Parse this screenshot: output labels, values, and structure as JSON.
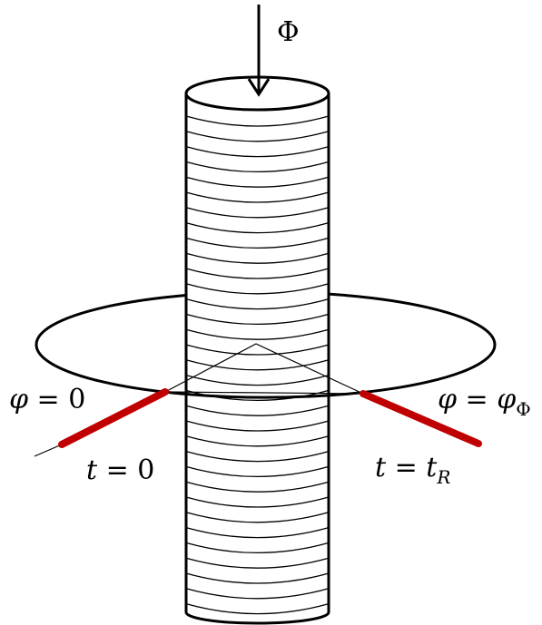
{
  "diagram": {
    "flux_label": "Φ",
    "left_angle": {
      "var": "φ",
      "eq": " = ",
      "val": "0"
    },
    "right_angle": {
      "var": "φ",
      "eq": " = ",
      "val": "φ",
      "sub": "Φ"
    },
    "left_time": {
      "var": "t",
      "eq": " = ",
      "val": "0"
    },
    "right_time": {
      "var": "t",
      "eq": " = ",
      "val": "t",
      "sub": "R"
    },
    "colors": {
      "stroke": "#000000",
      "path": "#c00000"
    },
    "icons": {
      "flux_arrow": "down-arrow"
    }
  }
}
